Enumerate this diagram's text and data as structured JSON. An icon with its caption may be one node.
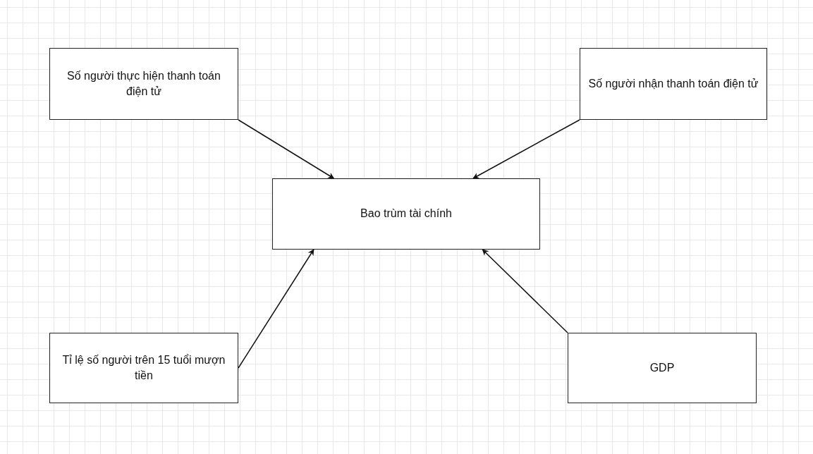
{
  "diagram": {
    "nodes": [
      {
        "text": [
          "Số người thực hiện thanh toán điện tử"
        ]
      },
      {
        "text": [
          "Số người nhận thanh toán điện tử"
        ]
      },
      {
        "text": [
          "Bao trùm tài chính"
        ]
      },
      {
        "text": [
          "Tỉ lệ số người trên 15 tuổi mượn tiền"
        ]
      },
      {
        "text": [
          "GDP"
        ]
      }
    ],
    "edges": [
      {
        "from": 0,
        "to": 2,
        "arrow": "to"
      },
      {
        "from": 1,
        "to": 2,
        "arrow": "to"
      },
      {
        "from": 3,
        "to": 2,
        "arrow": "to"
      },
      {
        "from": 4,
        "to": 2,
        "arrow": "to"
      }
    ]
  }
}
